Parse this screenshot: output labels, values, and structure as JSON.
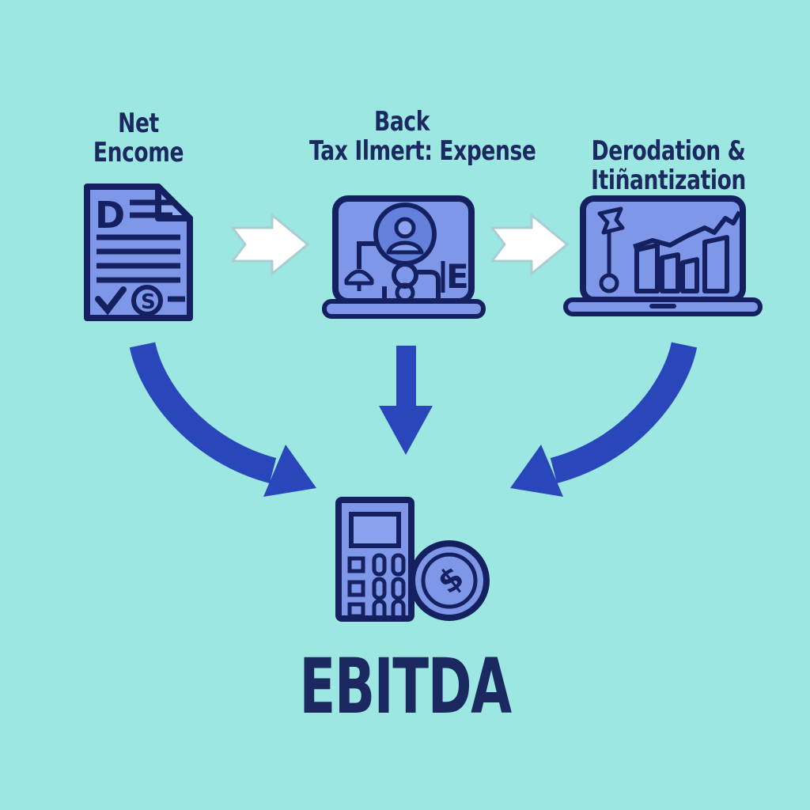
{
  "title": "EBITDA calculation infographic",
  "colors": {
    "background": "#9ce7e2",
    "icon_fill": "#7e97e8",
    "icon_fill_light": "#8ba3ee",
    "avatar_fill": "#6580da",
    "outline_navy": "#14205f",
    "text_navy": "#1b2960",
    "arrow_blue": "#2946ba",
    "white_arrow": "#ffffff"
  },
  "diagram": {
    "items": [
      {
        "id": "net-income",
        "label_line1": "Net",
        "label_line2": "Encome",
        "icon": "document-icon"
      },
      {
        "id": "tax-expense",
        "label_line1": "Back",
        "label_line2": "Tax Ilmert: Expense",
        "icon": "laptop-person-icon"
      },
      {
        "id": "depreciation-amortization",
        "label_line1": "Derodation &",
        "label_line2": "Itiñantization",
        "icon": "laptop-chart-icon"
      }
    ],
    "result": {
      "label": "EBITDA",
      "icon": "calculator-coin-icon"
    }
  }
}
